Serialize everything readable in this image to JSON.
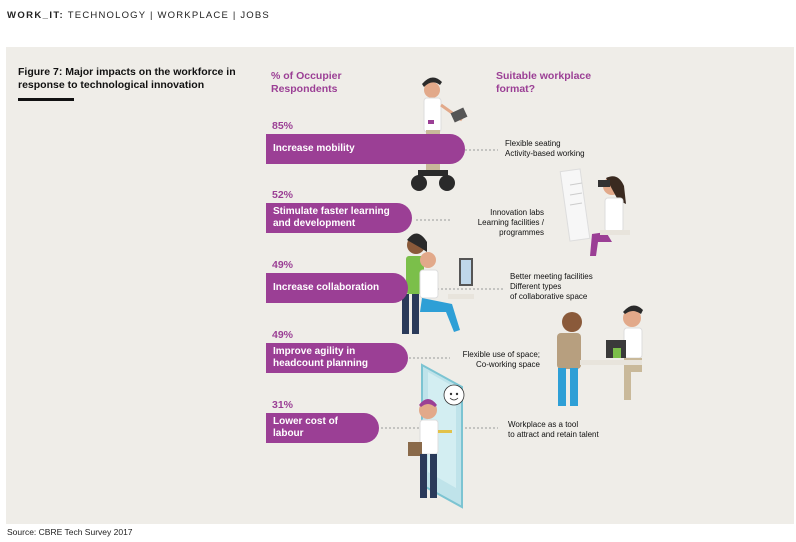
{
  "header": {
    "brand": "WORK_IT:",
    "sections": "TECHNOLOGY | WORKPLACE | JOBS"
  },
  "figure": {
    "title": "Figure 7: Major impacts on the workforce in response to technological innovation",
    "left_column_header": "% of Occupier Respondents",
    "right_column_header": "Suitable workplace format?"
  },
  "chart_data": {
    "type": "bar",
    "categories": [
      "Increase mobility",
      "Stimulate faster learning and development",
      "Increase collaboration",
      "Improve agility in headcount planning",
      "Lower cost of labour"
    ],
    "values": [
      85,
      52,
      49,
      49,
      31
    ],
    "value_labels": [
      "85%",
      "52%",
      "49%",
      "49%",
      "31%"
    ],
    "unit": "%",
    "bar_color": "#9b3f95",
    "workplace_formats": [
      "Flexible seating\nActivity-based working",
      "Innovation labs\nLearning facilities /\nprogrammes",
      "Better meeting facilities\nDifferent types\nof collaborative space",
      "Flexible use of space;\nCo-working space",
      "Workplace as a tool\nto attract and retain talent"
    ]
  },
  "source": "Source: CBRE Tech Survey 2017",
  "colors": {
    "accent": "#9b3f95",
    "panel": "#efede8"
  }
}
